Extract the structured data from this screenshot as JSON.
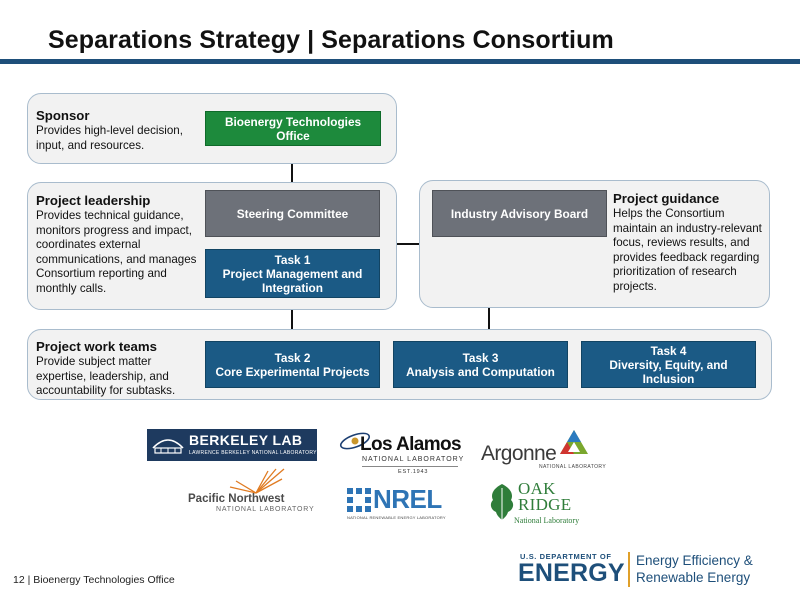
{
  "title": "Separations Strategy | Separations Consortium",
  "sponsor": {
    "heading": "Sponsor",
    "desc": [
      "Provides high-level decision,",
      "input, and resources."
    ],
    "box": [
      "Bioenergy Technologies",
      "Office"
    ]
  },
  "leadership": {
    "heading": "Project leadership",
    "desc": [
      "Provides technical guidance,",
      "monitors progress and impact,",
      "coordinates external",
      "communications, and manages",
      "Consortium reporting and",
      "monthly calls."
    ],
    "steering": "Steering Committee",
    "task1": [
      "Task 1",
      "Project Management and",
      "Integration"
    ]
  },
  "guidance": {
    "heading": "Project guidance",
    "desc": [
      "Helps the Consortium",
      "maintain an industry-relevant",
      "focus, reviews results, and",
      "provides feedback regarding",
      "prioritization of research",
      "projects."
    ],
    "board": "Industry Advisory Board"
  },
  "teams": {
    "heading": "Project work teams",
    "desc": [
      "Provide subject matter",
      "expertise, leadership, and",
      "accountability for subtasks."
    ],
    "task2": [
      "Task 2",
      "Core Experimental Projects"
    ],
    "task3": [
      "Task 3",
      "Analysis and Computation"
    ],
    "task4": [
      "Task 4",
      "Diversity, Equity, and",
      "Inclusion"
    ]
  },
  "logos": {
    "berkeley": {
      "name": "BERKELEY LAB",
      "sub": "LAWRENCE BERKELEY NATIONAL LABORATORY"
    },
    "losalamos": {
      "name": "Los Alamos",
      "sub": "NATIONAL LABORATORY",
      "est": "EST.1943"
    },
    "argonne": {
      "name": "Argonne",
      "sub": "NATIONAL LABORATORY"
    },
    "pnnl": {
      "name": "Pacific Northwest",
      "sub": "NATIONAL LABORATORY"
    },
    "nrel": {
      "name": "NREL",
      "sub": "NATIONAL RENEWABLE ENERGY LABORATORY"
    },
    "oakridge": {
      "name1": "OAK",
      "name2": "RIDGE",
      "sub": "National Laboratory"
    }
  },
  "footer": {
    "page": "12 | Bioenergy Technologies Office",
    "doe_small": "U.S. DEPARTMENT OF",
    "doe_big": "ENERGY",
    "eere1": "Energy Efficiency &",
    "eere2": "Renewable Energy"
  },
  "colors": {
    "green": "#1d8a3c",
    "gray": "#6d7179",
    "blue": "#1b5a85",
    "rule": "#1e4f7a"
  }
}
